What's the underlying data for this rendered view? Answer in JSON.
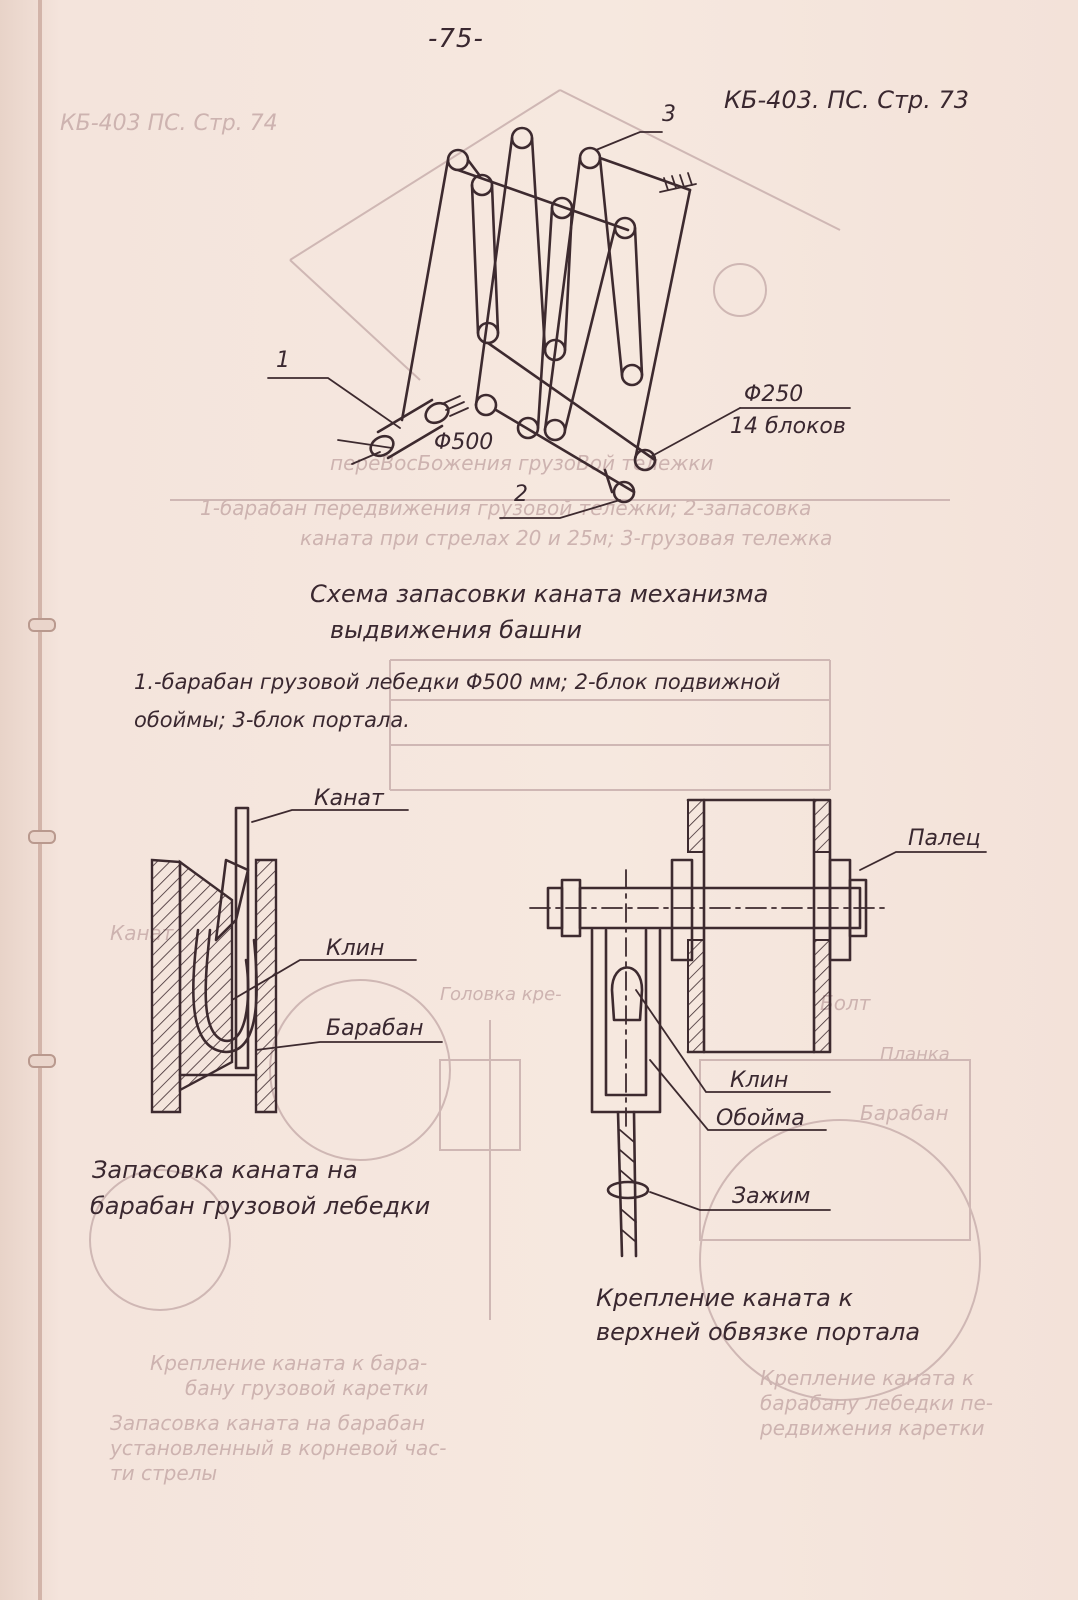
{
  "header": {
    "page_number": "-75-",
    "doc_ref": "КБ-403. ПС. Стр. 73"
  },
  "figure_1": {
    "labels": {
      "n1": "1",
      "n2": "2",
      "n3": "3",
      "phi500": "Φ500",
      "phi250": "Φ250",
      "blocks": "14 блоков"
    },
    "caption_line1": "Схема запасовки каната механизма",
    "caption_line2": "выдвижения башни",
    "legend_line1": "1.-барабан грузовой лебедки   Φ500 мм; 2-блок подвижной",
    "legend_line2": "обоймы; 3-блок портала."
  },
  "figure_2": {
    "labels": {
      "kanat": "Канат",
      "klin": "Клин",
      "baraban": "Барабан"
    },
    "caption_line1": "Запасовка каната на",
    "caption_line2": "барабан грузовой лебедки"
  },
  "figure_3": {
    "labels": {
      "palec": "Палец",
      "klin": "Клин",
      "oboima": "Обойма",
      "zazhim": "Зажим"
    },
    "caption_line1": "Крепление каната к",
    "caption_line2": "верхней обвязке портала"
  },
  "colors": {
    "paper": "#f3e3da",
    "ink": "#3d2a2f",
    "bleed_through": "#cfb7b4"
  }
}
